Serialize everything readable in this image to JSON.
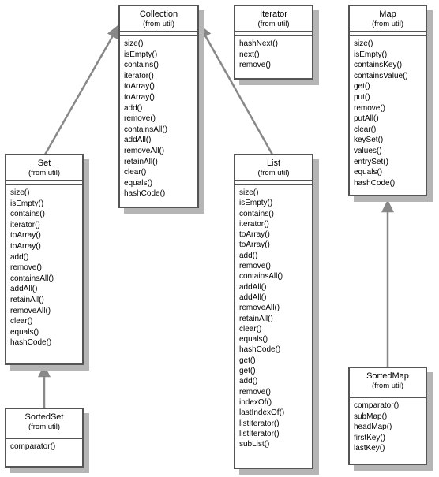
{
  "classes": {
    "collection": {
      "name": "Collection",
      "package": "(from util)",
      "ops": [
        "size()",
        "isEmpty()",
        "contains()",
        "iterator()",
        "toArray()",
        "toArray()",
        "add()",
        "remove()",
        "containsAll()",
        "addAll()",
        "removeAll()",
        "retainAll()",
        "clear()",
        "equals()",
        "hashCode()"
      ]
    },
    "iterator": {
      "name": "Iterator",
      "package": "(from util)",
      "ops": [
        "hashNext()",
        "next()",
        "remove()"
      ]
    },
    "map": {
      "name": "Map",
      "package": "(from util)",
      "ops": [
        "size()",
        "isEmpty()",
        "containsKey()",
        "containsValue()",
        "get()",
        "put()",
        "remove()",
        "putAll()",
        "clear()",
        "keySet()",
        "values()",
        "entrySet()",
        "equals()",
        "hashCode()"
      ]
    },
    "set": {
      "name": "Set",
      "package": "(from util)",
      "ops": [
        "size()",
        "isEmpty()",
        "contains()",
        "iterator()",
        "toArray()",
        "toArray()",
        "add()",
        "remove()",
        "containsAll()",
        "addAll()",
        "retainAll()",
        "removeAll()",
        "clear()",
        "equals()",
        "hashCode()"
      ]
    },
    "list": {
      "name": "List",
      "package": "(from util)",
      "ops": [
        "size()",
        "isEmpty()",
        "contains()",
        "iterator()",
        "toArray()",
        "toArray()",
        "add()",
        "remove()",
        "containsAll()",
        "addAll()",
        "addAll()",
        "removeAll()",
        "retainAll()",
        "clear()",
        "equals()",
        "hashCode()",
        "get()",
        "get()",
        "add()",
        "remove()",
        "indexOf()",
        "lastIndexOf()",
        "listIterator()",
        "listIterator()",
        "subList()"
      ]
    },
    "sortedset": {
      "name": "SortedSet",
      "package": "(from util)",
      "ops": [
        "comparator()"
      ]
    },
    "sortedmap": {
      "name": "SortedMap",
      "package": "(from util)",
      "ops": [
        "comparator()",
        "subMap()",
        "headMap()",
        "firstKey()",
        "lastKey()"
      ]
    }
  },
  "relations": [
    {
      "from": "set",
      "to": "collection",
      "kind": "generalization"
    },
    {
      "from": "list",
      "to": "collection",
      "kind": "generalization"
    },
    {
      "from": "sortedset",
      "to": "set",
      "kind": "generalization"
    },
    {
      "from": "sortedmap",
      "to": "map",
      "kind": "generalization"
    }
  ],
  "colors": {
    "border": "#555555",
    "shadow": "#b5b5b5",
    "arrow": "#888888"
  }
}
